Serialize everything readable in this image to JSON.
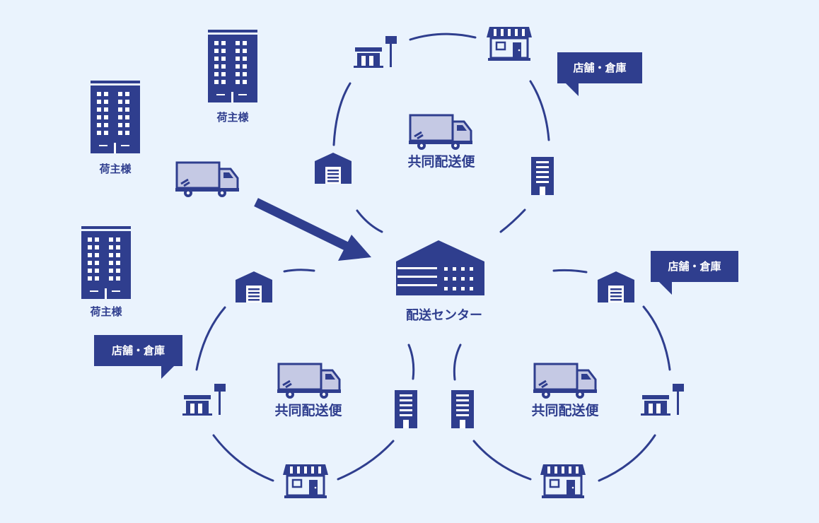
{
  "labels": {
    "shipper": "荷主様",
    "shared_delivery": "共同配送便",
    "distribution_center": "配送センター",
    "store_warehouse": "店舗・倉庫"
  },
  "colors": {
    "background": "#eaf3fd",
    "primary": "#2f3e8e",
    "window": "#ffffff",
    "truck_cargo": "#c5c9e4"
  }
}
